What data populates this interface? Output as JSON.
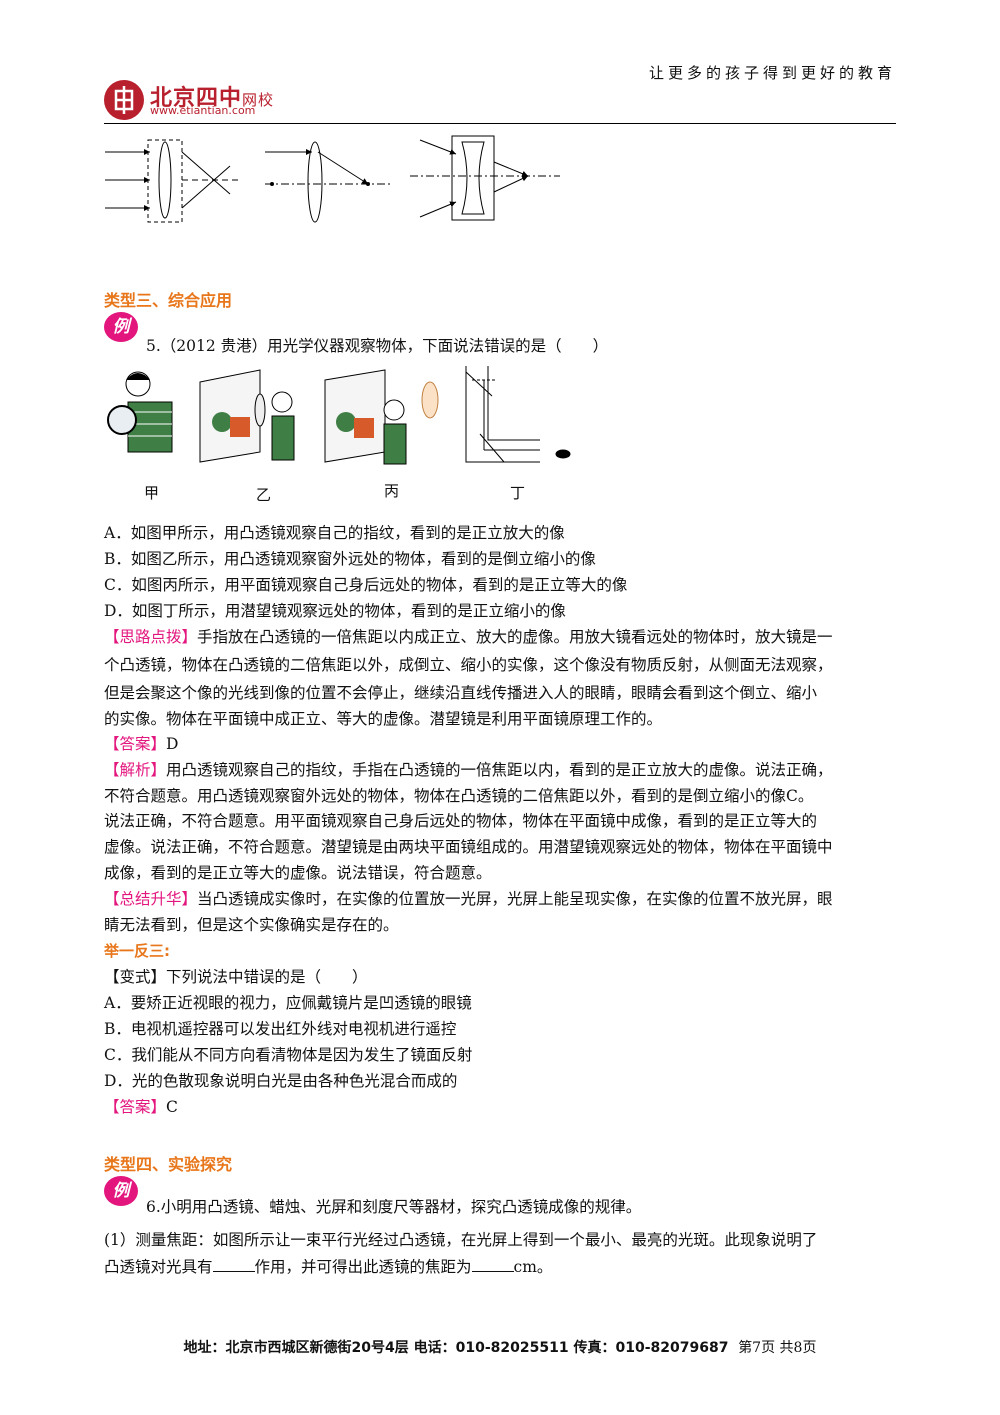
{
  "header": {
    "slogan": "让更多的孩子得到更好的教育",
    "logo_name": "北京四中",
    "logo_sub": "网校",
    "logo_url": "www.etiantian.com"
  },
  "section3": {
    "title": "类型三、综合应用",
    "badge": "例",
    "question": "5.（2012 贵港）用光学仪器观察物体，下面说法错误的是（　　）",
    "captions": [
      "甲",
      "乙",
      "丙",
      "丁"
    ],
    "options": [
      "A．如图甲所示，用凸透镜观察自己的指纹，看到的是正立放大的像",
      "B．如图乙所示，用凸透镜观察窗外远处的物体，看到的是倒立缩小的像",
      "C．如图丙所示，用平面镜观察自己身后远处的物体，看到的是正立等大的像",
      "D．如图丁所示，用潜望镜观察远处的物体，看到的是正立缩小的像"
    ],
    "hint_tag": "【思路点拨】",
    "hint_lines": [
      "手指放在凸透镜的一倍焦距以内成正立、放大的虚像。用放大镜看远处的物体时，放大镜是一",
      "个凸透镜，物体在凸透镜的二倍焦距以外，成倒立、缩小的实像，这个像没有物质反射，从侧面无法观察，",
      "但是会聚这个像的光线到像的位置不会停止，继续沿直线传播进入人的眼睛，眼睛会看到这个倒立、缩小",
      "的实像。物体在平面镜中成正立、等大的虚像。潜望镜是利用平面镜原理工作的。"
    ],
    "answer_tag": "【答案】",
    "answer": "D",
    "analysis_tag": "【解析】",
    "analysis_lines": [
      "用凸透镜观察自己的指纹，手指在凸透镜的一倍焦距以内，看到的是正立放大的虚像。说法正确，",
      "不符合题意。用凸透镜观察窗外远处的物体，物体在凸透镜的二倍焦距以外，看到的是倒立缩小的像C。",
      "说法正确，不符合题意。用平面镜观察自己身后远处的物体，物体在平面镜中成像，看到的是正立等大的",
      "虚像。说法正确，不符合题意。潜望镜是由两块平面镜组成的。用潜望镜观察远处的物体，物体在平面镜中",
      "成像，看到的是正立等大的虚像。说法错误，符合题意。"
    ],
    "summary_tag": "【总结升华】",
    "summary_lines": [
      "当凸透镜成实像时，在实像的位置放一光屏，光屏上能呈现实像，在实像的位置不放光屏，眼",
      "睛无法看到，但是这个实像确实是存在的。"
    ],
    "variant_heading": "举一反三:",
    "variant_tag": "【变式】",
    "variant_question": "下列说法中错误的是（　　）",
    "variant_options": [
      "A．要矫正近视眼的视力，应佩戴镜片是凹透镜的眼镜",
      "B．电视机遥控器可以发出红外线对电视机进行遥控",
      "C．我们能从不同方向看清物体是因为发生了镜面反射",
      "D．光的色散现象说明白光是由各种色光混合而成的"
    ],
    "variant_answer_tag": "【答案】",
    "variant_answer": "C"
  },
  "section4": {
    "title": "类型四、实验探究",
    "badge": "例",
    "question": "6.小明用凸透镜、蜡烛、光屏和刻度尺等器材，探究凸透镜成像的规律。",
    "part1_line1": "(1）测量焦距：如图所示让一束平行光经过凸透镜，在光屏上得到一个最小、最亮的光斑。此现象说明了",
    "part1_line2_a": "凸透镜对光具有",
    "part1_line2_b": "作用，并可得出此透镜的焦距为",
    "part1_line2_c": "cm。"
  },
  "footer": {
    "address": "地址：北京市西城区新德街20号4层 电话：010-82025511 传真：010-82079687",
    "page": "第7页 共8页"
  }
}
